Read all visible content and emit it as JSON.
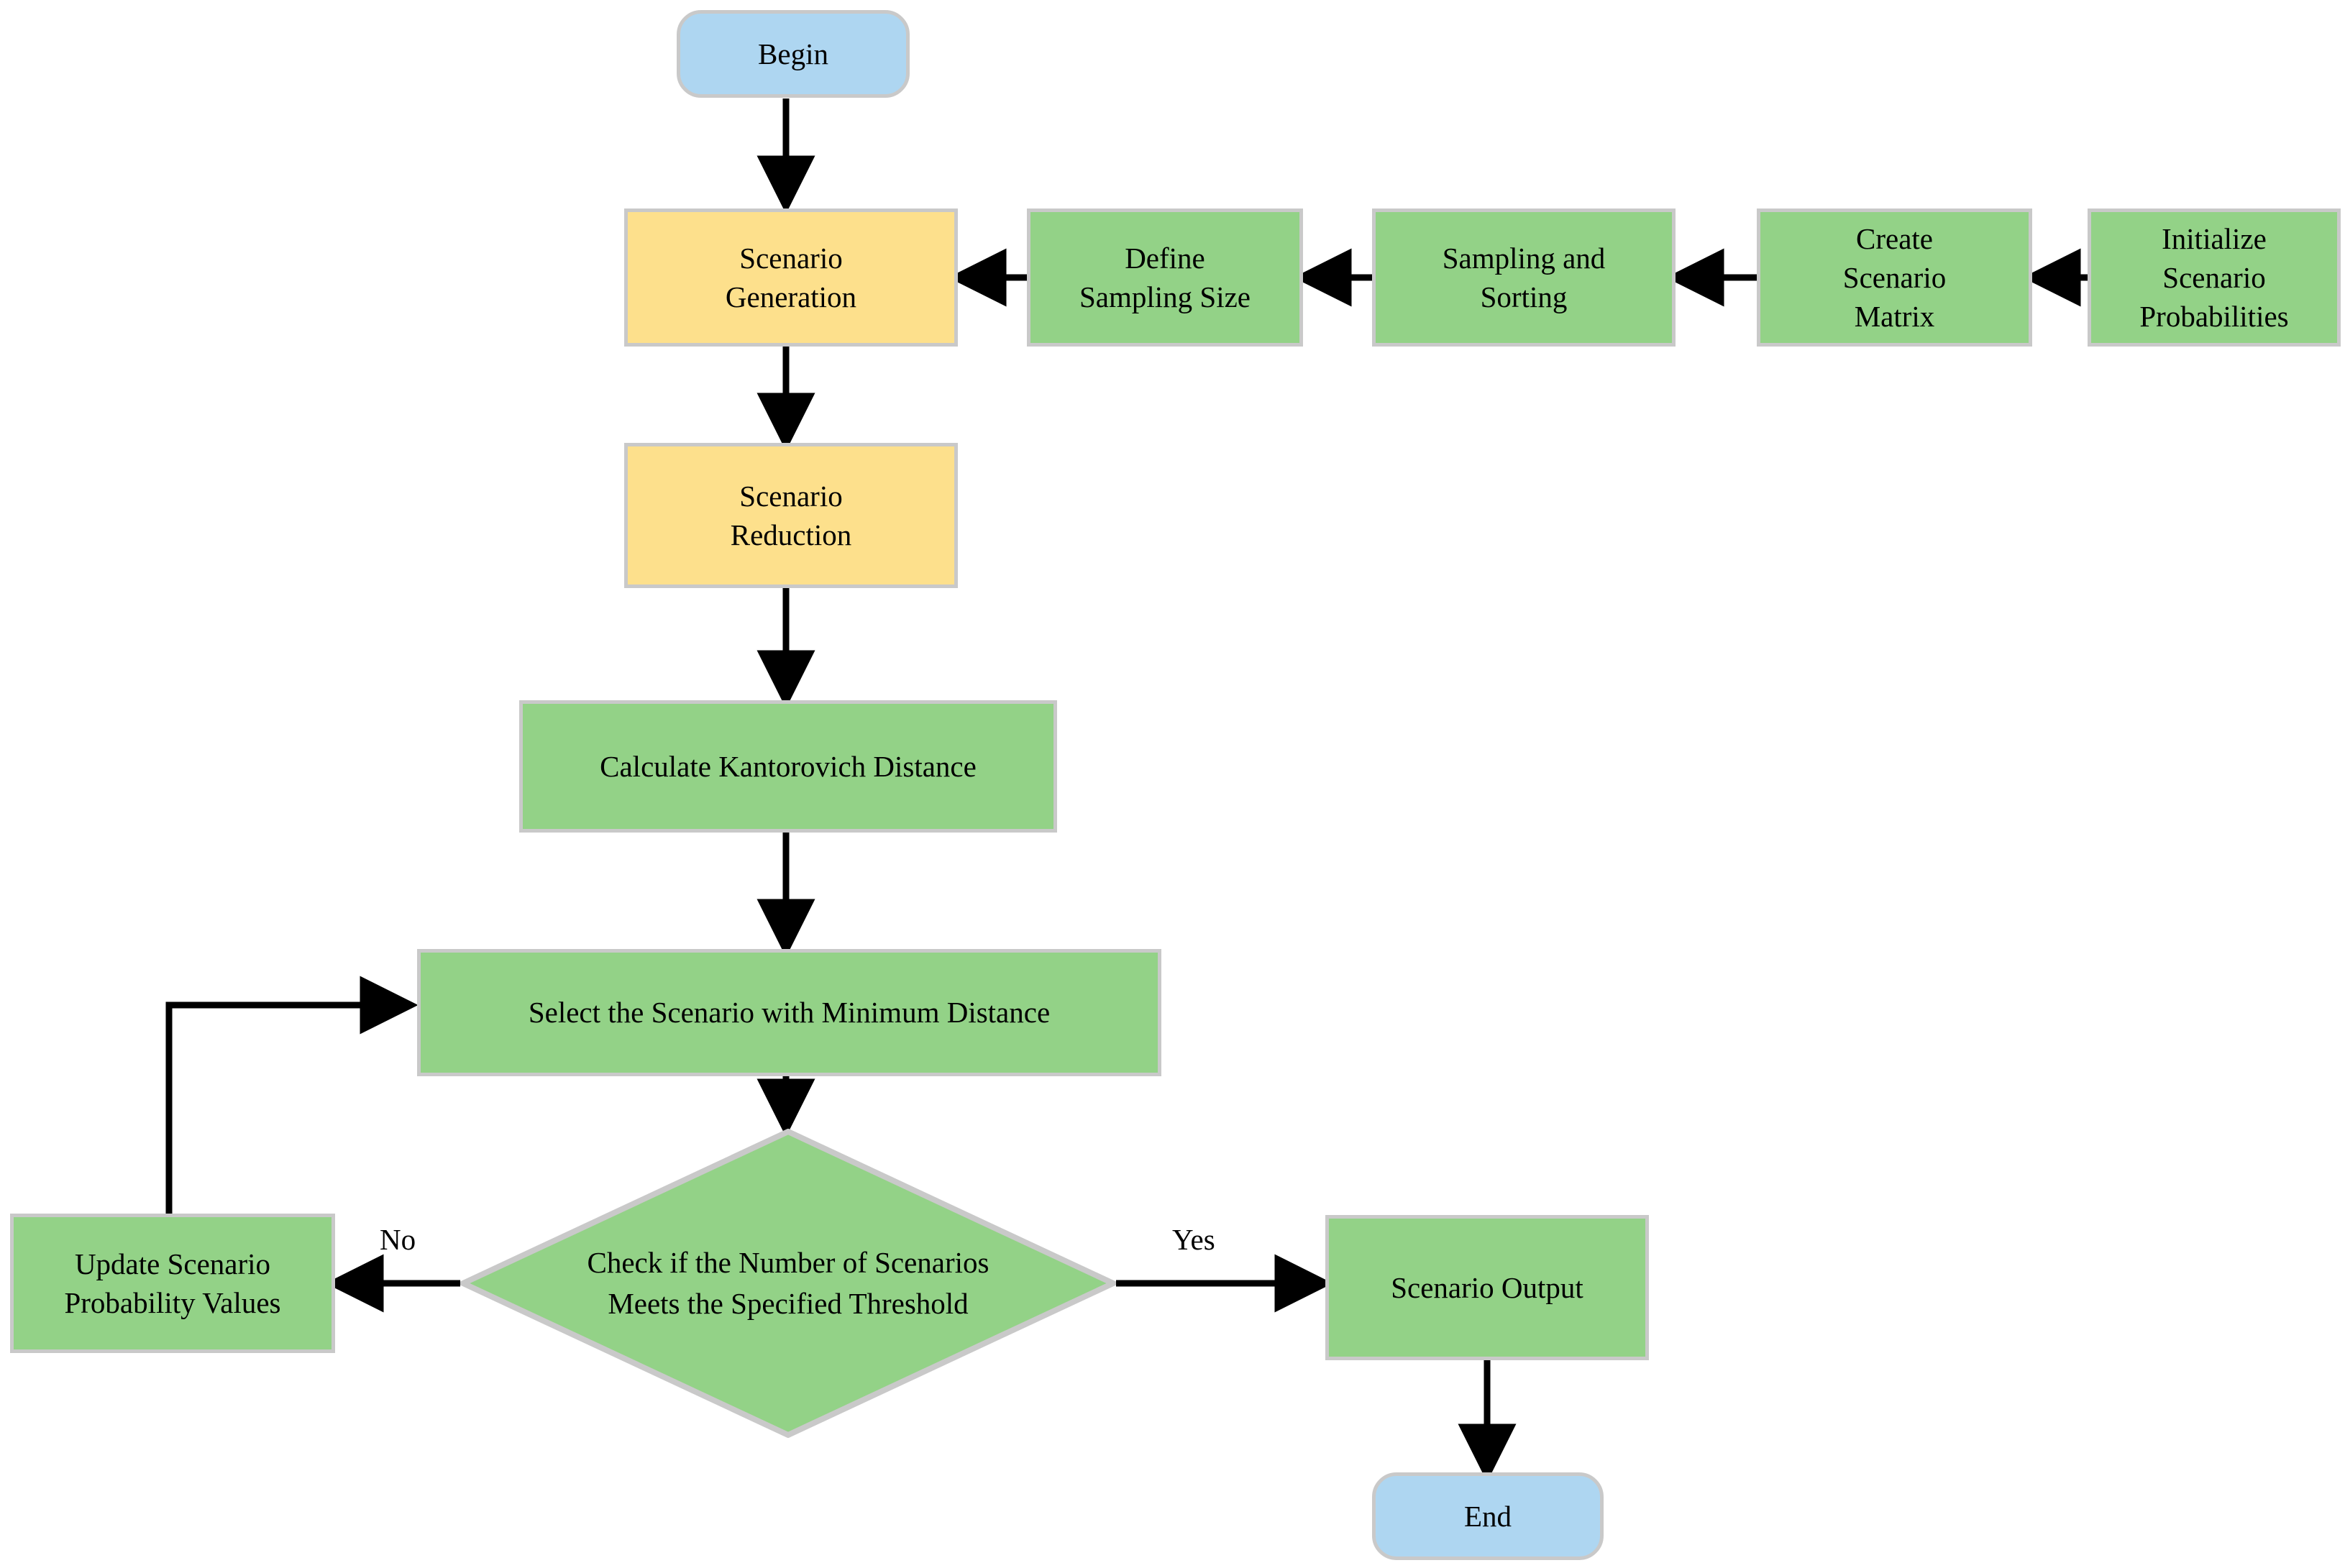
{
  "diagram": {
    "title": "Scenario Generation and Reduction Flowchart",
    "type": "flowchart",
    "background": "#ffffff",
    "colors": {
      "terminator": "#aed6f1",
      "process": "#93d287",
      "special": "#fde08c",
      "border": "#c9c9c9",
      "edge": "#000000",
      "text": "#000000"
    }
  },
  "nodes": {
    "begin": {
      "label": "Begin",
      "shape": "rounded-rectangle",
      "color": "#aed6f1"
    },
    "scenario_generation": {
      "label": "Scenario\nGeneration",
      "shape": "rectangle",
      "color": "#fde08c"
    },
    "define_sampling_size": {
      "label": "Define\nSampling Size",
      "shape": "rectangle",
      "color": "#93d287"
    },
    "sampling_and_sorting": {
      "label": "Sampling and\nSorting",
      "shape": "rectangle",
      "color": "#93d287"
    },
    "create_scenario_matrix": {
      "label": "Create\nScenario\nMatrix",
      "shape": "rectangle",
      "color": "#93d287"
    },
    "initialize_scenario_probabilities": {
      "label": "Initialize\nScenario\nProbabilities",
      "shape": "rectangle",
      "color": "#93d287"
    },
    "scenario_reduction": {
      "label": "Scenario\nReduction",
      "shape": "rectangle",
      "color": "#fde08c"
    },
    "calculate_kantorovich_distance": {
      "label": "Calculate Kantorovich Distance",
      "shape": "rectangle",
      "color": "#93d287"
    },
    "select_minimum_distance": {
      "label": "Select the Scenario with Minimum Distance",
      "shape": "rectangle",
      "color": "#93d287"
    },
    "check_threshold": {
      "label": "Check if the Number of Scenarios\nMeets the Specified Threshold",
      "shape": "diamond",
      "color": "#93d287"
    },
    "update_probability_values": {
      "label": "Update Scenario\nProbability Values",
      "shape": "rectangle",
      "color": "#93d287"
    },
    "scenario_output": {
      "label": "Scenario Output",
      "shape": "rectangle",
      "color": "#93d287"
    },
    "end": {
      "label": "End",
      "shape": "rounded-rectangle",
      "color": "#aed6f1"
    }
  },
  "edge_labels": {
    "no": "No",
    "yes": "Yes"
  },
  "edges": [
    {
      "from": "begin",
      "to": "scenario_generation",
      "label": ""
    },
    {
      "from": "initialize_scenario_probabilities",
      "to": "create_scenario_matrix",
      "label": ""
    },
    {
      "from": "create_scenario_matrix",
      "to": "sampling_and_sorting",
      "label": ""
    },
    {
      "from": "sampling_and_sorting",
      "to": "define_sampling_size",
      "label": ""
    },
    {
      "from": "define_sampling_size",
      "to": "scenario_generation",
      "label": ""
    },
    {
      "from": "scenario_generation",
      "to": "scenario_reduction",
      "label": ""
    },
    {
      "from": "scenario_reduction",
      "to": "calculate_kantorovich_distance",
      "label": ""
    },
    {
      "from": "calculate_kantorovich_distance",
      "to": "select_minimum_distance",
      "label": ""
    },
    {
      "from": "select_minimum_distance",
      "to": "check_threshold",
      "label": ""
    },
    {
      "from": "check_threshold",
      "to": "update_probability_values",
      "label": "No"
    },
    {
      "from": "check_threshold",
      "to": "scenario_output",
      "label": "Yes"
    },
    {
      "from": "update_probability_values",
      "to": "select_minimum_distance",
      "label": ""
    },
    {
      "from": "scenario_output",
      "to": "end",
      "label": ""
    }
  ]
}
